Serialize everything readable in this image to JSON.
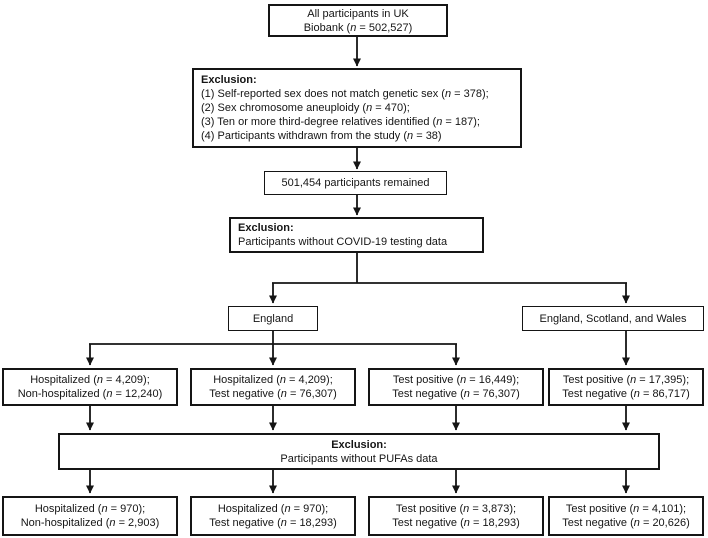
{
  "diagram": {
    "type": "participant-flowchart",
    "boxes": {
      "top": {
        "lines": [
          "All participants in UK",
          "Biobank (n = 502,527)"
        ]
      },
      "exclusion1": {
        "heading": "Exclusion:",
        "items": [
          "(1) Self-reported sex does not match genetic sex (n = 378);",
          "(2) Sex chromosome aneuploidy (n = 470);",
          "(3) Ten or more third-degree relatives identified (n = 187);",
          "(4) Participants withdrawn from the study (n = 38)"
        ]
      },
      "remained": {
        "text": "501,454 participants remained"
      },
      "exclusion2": {
        "heading": "Exclusion:",
        "text": "Participants without COVID-19 testing data"
      },
      "england": {
        "text": "England"
      },
      "esw": {
        "text": "England, Scotland, and Wales"
      },
      "cohorts": [
        {
          "lines": [
            "Hospitalized (n = 4,209);",
            "Non-hospitalized (n = 12,240)"
          ]
        },
        {
          "lines": [
            "Hospitalized (n = 4,209);",
            "Test negative (n = 76,307)"
          ]
        },
        {
          "lines": [
            "Test positive (n = 16,449);",
            "Test negative (n = 76,307)"
          ]
        },
        {
          "lines": [
            "Test positive (n = 17,395);",
            "Test negative (n = 86,717)"
          ]
        }
      ],
      "exclusion3": {
        "heading": "Exclusion:",
        "text": "Participants without PUFAs data"
      },
      "final": [
        {
          "lines": [
            "Hospitalized (n = 970);",
            "Non-hospitalized (n = 2,903)"
          ]
        },
        {
          "lines": [
            "Hospitalized (n = 970);",
            "Test negative (n = 18,293)"
          ]
        },
        {
          "lines": [
            "Test positive (n = 3,873);",
            "Test negative (n = 18,293)"
          ]
        },
        {
          "lines": [
            "Test positive (n = 4,101);",
            "Test negative (n = 20,626)"
          ]
        }
      ]
    },
    "colors": {
      "line": "#151515",
      "box_bg": "#ffffff",
      "page_bg": "#ffffff"
    }
  }
}
